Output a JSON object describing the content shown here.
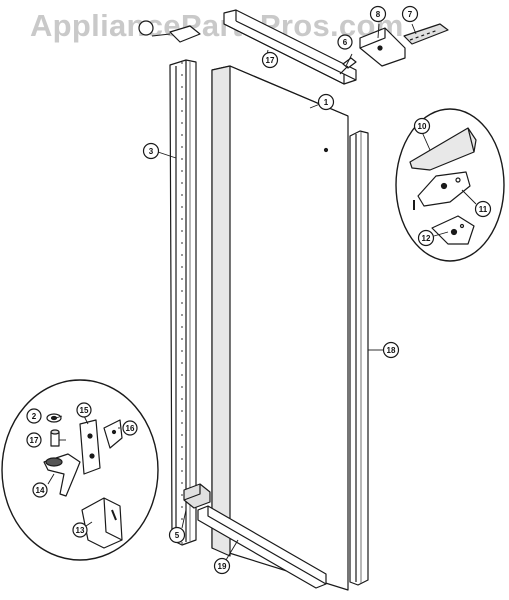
{
  "watermark": {
    "text": "AppliancePartsPros.com"
  },
  "callouts": {
    "c1": "1",
    "c2": "2",
    "c3": "3",
    "c5": "5",
    "c6": "6",
    "c7": "7",
    "c8": "8",
    "c10": "10",
    "c11": "11",
    "c12": "12",
    "c13": "13",
    "c14": "14",
    "c15": "15",
    "c16": "16",
    "c17a": "17",
    "c17b": "17",
    "c18": "18",
    "c19": "19"
  },
  "colors": {
    "line": "#1a1a1a",
    "shade": "#cfcfcf",
    "dark": "#777777",
    "watermark": "#c9c9c9"
  }
}
